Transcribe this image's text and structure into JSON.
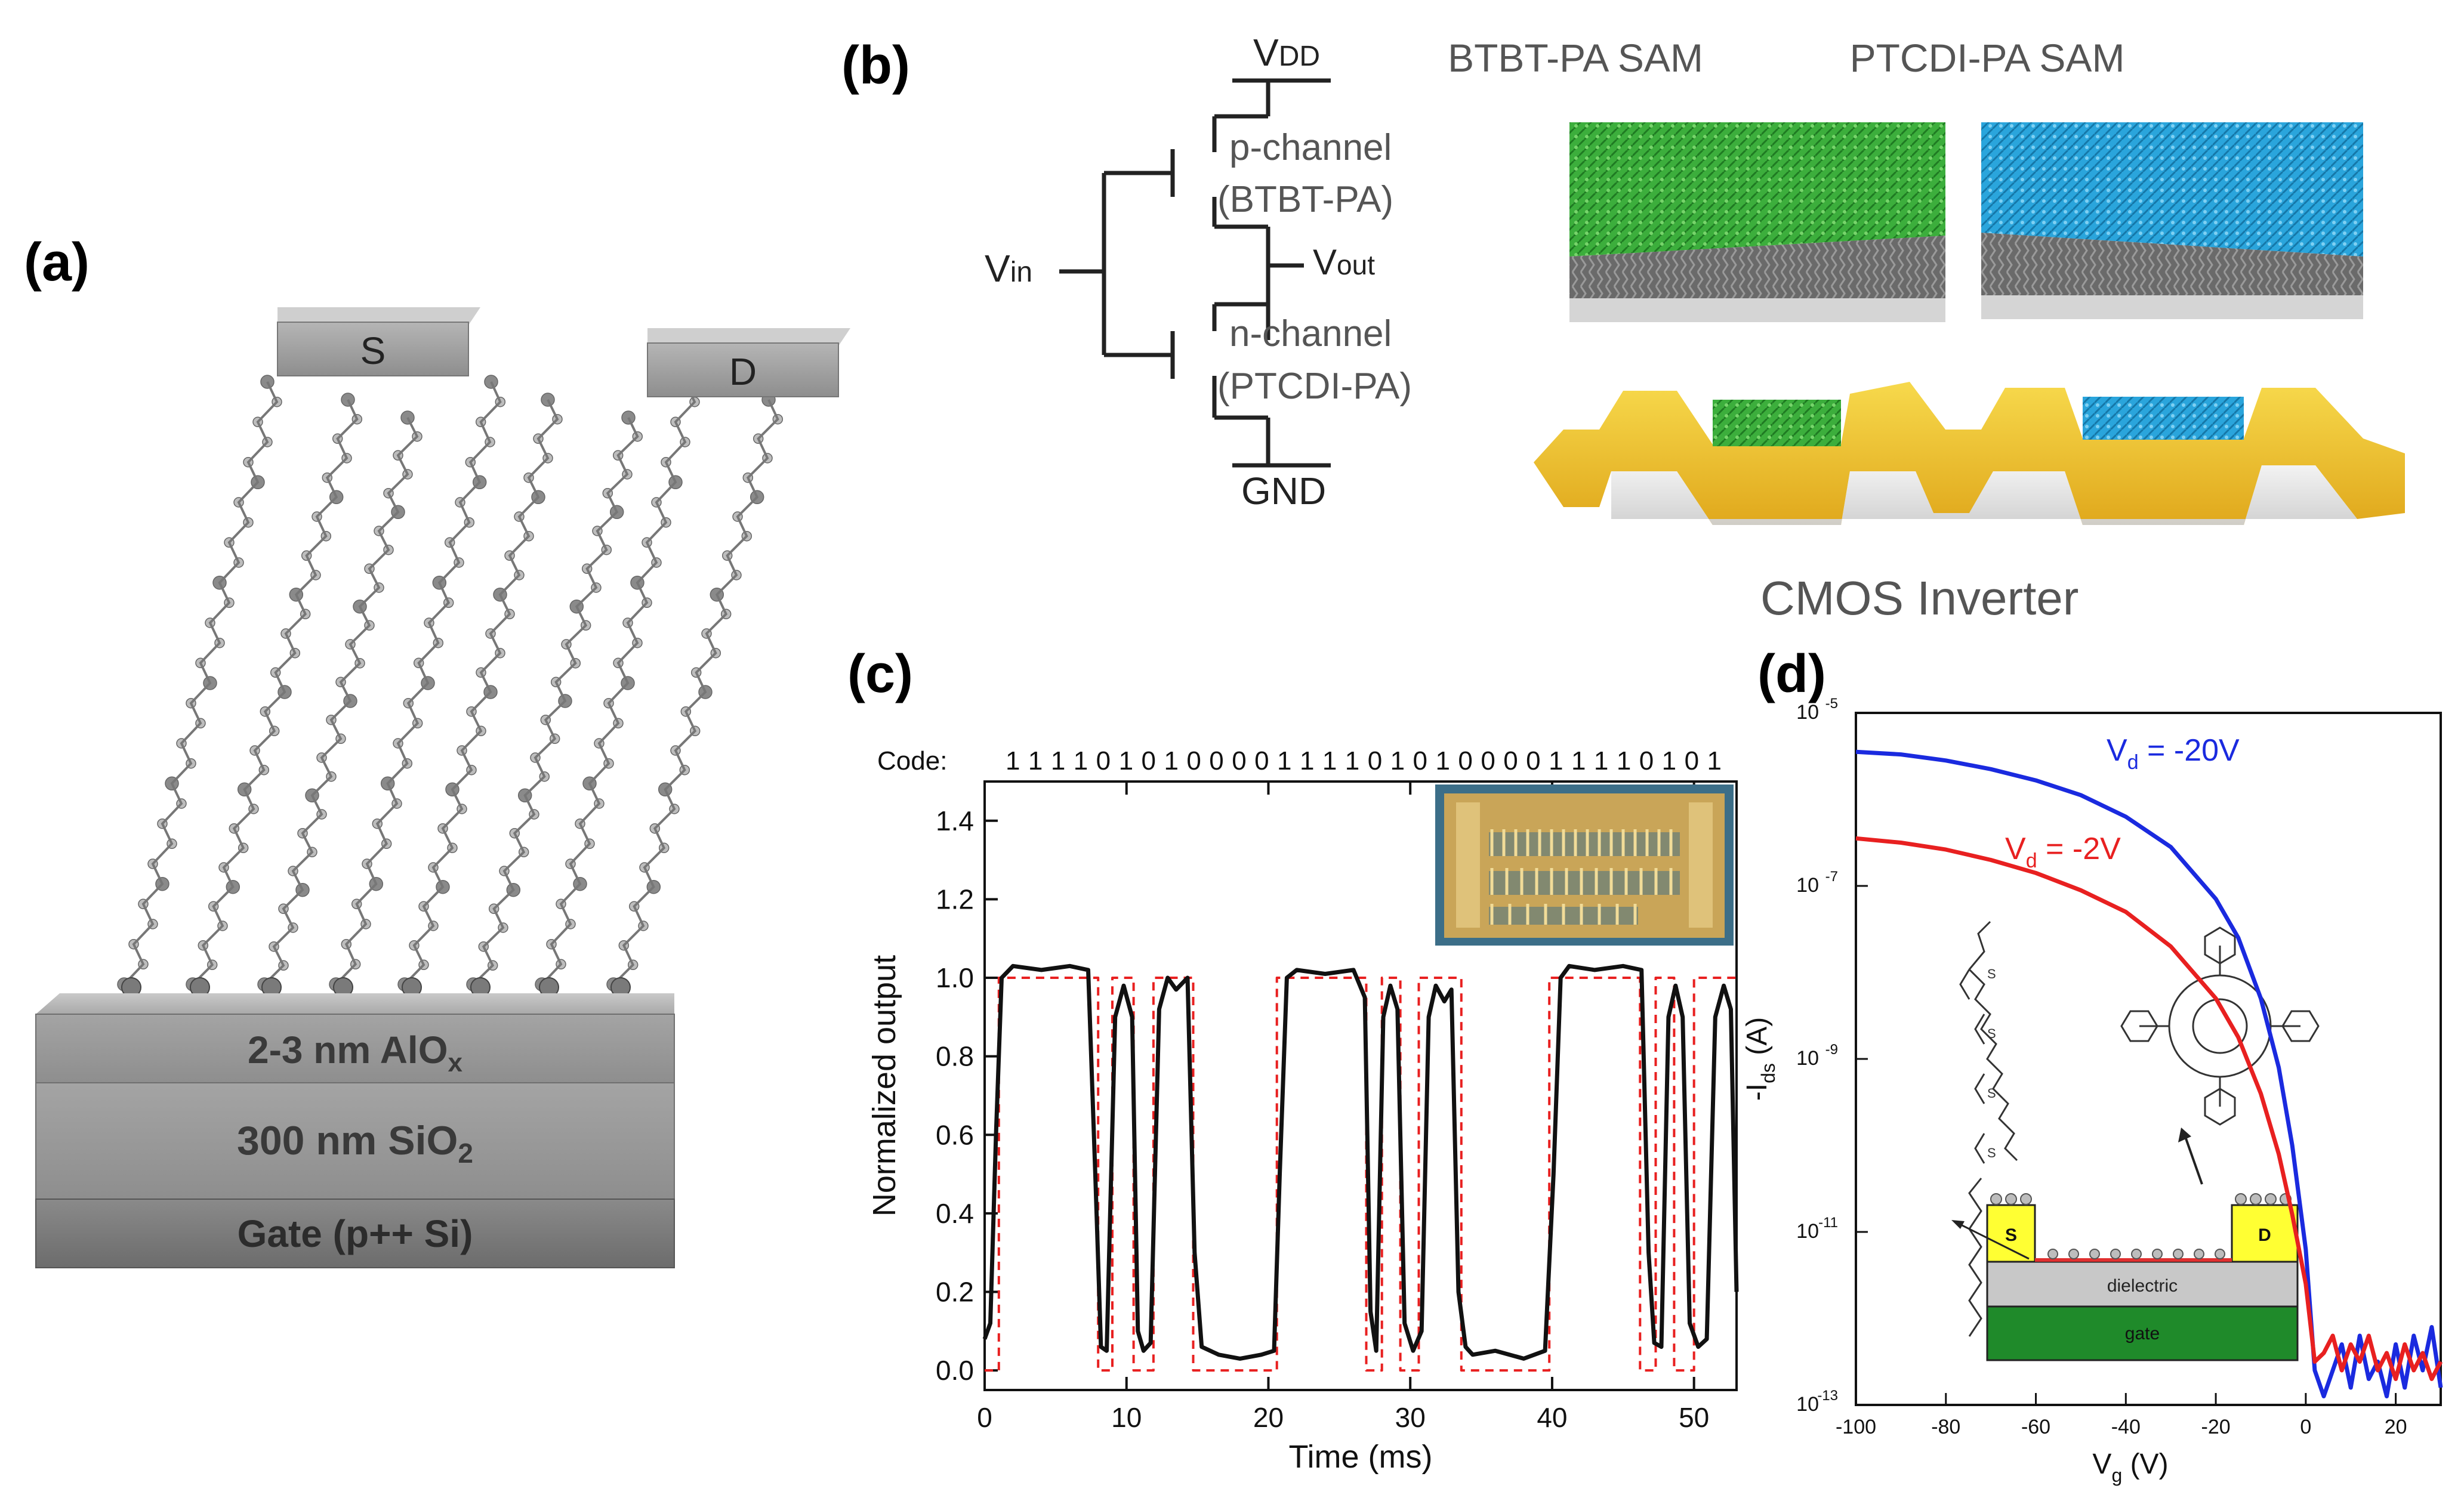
{
  "panels": {
    "a": {
      "label": "(a)",
      "electrode_source": "S",
      "electrode_drain": "D",
      "layer_top_prefix": "2-3 nm AlO",
      "layer_top_sub": "x",
      "layer_mid_prefix": "300 nm SiO",
      "layer_mid_sub": "2",
      "layer_bottom": "Gate (p++ Si)"
    },
    "b": {
      "label": "(b)",
      "vdd_prefix": "V",
      "vdd_sub": "DD",
      "vin_prefix": "V",
      "vin_sub": "in",
      "vout_prefix": "V",
      "vout_sub": "out",
      "gnd": "GND",
      "p_channel": "p-channel",
      "p_material": "(BTBT-PA)",
      "n_channel": "n-channel",
      "n_material": "(PTCDI-PA)",
      "sam_left": "BTBT-PA SAM",
      "sam_right": "PTCDI-PA SAM",
      "inverter_caption": "CMOS Inverter",
      "colors": {
        "btbt": "#3cae3c",
        "ptcdi": "#2aa5dc",
        "contact": "#f2c42c"
      }
    }
  },
  "chart_data": [
    {
      "type": "line",
      "panel_label": "(c)",
      "code_label": "Code:",
      "code_sequence": "1 1 1 1 0 1 0 1 0 0 0 0 1 1 1 1 0 1 0 1 0 0 0 0 1 1 1 1 0 1 0 1",
      "xlabel": "Time (ms)",
      "ylabel": "Normalized output",
      "xlim": [
        0,
        53
      ],
      "ylim": [
        -0.05,
        1.5
      ],
      "xticks": [
        "0",
        "10",
        "20",
        "30",
        "40",
        "50"
      ],
      "yticks": [
        "0.0",
        "0.2",
        "0.4",
        "0.6",
        "0.8",
        "1.0",
        "1.2",
        "1.4"
      ],
      "series": [
        {
          "style": "solid-black",
          "x": [
            0,
            0.4,
            0.8,
            1.2,
            2,
            4,
            6,
            7.3,
            7.8,
            8.2,
            8.6,
            9.2,
            9.8,
            10.4,
            10.8,
            11.2,
            11.7,
            12.3,
            12.9,
            13.5,
            14.3,
            14.8,
            15.3,
            16.5,
            18,
            19.5,
            20.4,
            20.8,
            21.3,
            22,
            24,
            26,
            26.8,
            27.2,
            27.6,
            28.1,
            28.6,
            29.1,
            29.6,
            30.2,
            30.8,
            31.3,
            31.8,
            32.4,
            32.9,
            33.4,
            33.9,
            34.4,
            36,
            38,
            39.5,
            40.1,
            40.6,
            41.2,
            43,
            45,
            46.3,
            46.8,
            47.2,
            47.7,
            48.2,
            48.7,
            49.2,
            49.7,
            50.3,
            50.9,
            51.5,
            52.1,
            52.6,
            53
          ],
          "y": [
            0.08,
            0.12,
            0.6,
            1.0,
            1.03,
            1.02,
            1.03,
            1.02,
            0.5,
            0.06,
            0.05,
            0.9,
            0.98,
            0.9,
            0.1,
            0.05,
            0.07,
            0.92,
            1.0,
            0.97,
            1.0,
            0.3,
            0.06,
            0.04,
            0.03,
            0.04,
            0.05,
            0.5,
            1.0,
            1.02,
            1.01,
            1.02,
            0.95,
            0.15,
            0.05,
            0.9,
            0.98,
            0.92,
            0.12,
            0.05,
            0.1,
            0.9,
            0.98,
            0.94,
            0.97,
            0.2,
            0.06,
            0.04,
            0.05,
            0.03,
            0.05,
            0.5,
            1.0,
            1.03,
            1.02,
            1.03,
            1.02,
            0.3,
            0.07,
            0.06,
            0.9,
            0.98,
            0.9,
            0.12,
            0.06,
            0.08,
            0.9,
            0.98,
            0.92,
            0.2
          ]
        },
        {
          "style": "dashed-red",
          "x": [
            0,
            1,
            1,
            8,
            8,
            9,
            9,
            10.5,
            10.5,
            11.9,
            11.9,
            13.3,
            13.3,
            14.7,
            14.7,
            20.6,
            20.6,
            26.9,
            26.9,
            28,
            28,
            29.3,
            29.3,
            30.6,
            30.6,
            32,
            32,
            33.6,
            33.6,
            39.8,
            39.8,
            46.2,
            46.2,
            47.3,
            47.3,
            48.6,
            48.6,
            50,
            50,
            51.3,
            51.3,
            53
          ],
          "y": [
            0,
            0,
            1,
            1,
            0,
            0,
            1,
            1,
            0,
            0,
            1,
            1,
            1,
            1,
            0,
            0,
            1,
            1,
            0,
            0,
            1,
            1,
            0,
            0,
            1,
            1,
            1,
            1,
            0,
            0,
            1,
            1,
            0,
            0,
            1,
            1,
            0,
            0,
            1,
            1,
            1,
            1
          ]
        }
      ]
    },
    {
      "type": "line",
      "panel_label": "(d)",
      "xlabel_main": "V",
      "xlabel_sub": "g",
      "xlabel_unit": "(V)",
      "ylabel_main": "-I",
      "ylabel_sub": "ds",
      "ylabel_unit": "(A)",
      "xlim": [
        -100,
        30
      ],
      "ylim_log10": [
        -13,
        -5
      ],
      "y_scale": "log",
      "xticks": [
        "-100",
        "-80",
        "-60",
        "-40",
        "-20",
        "0",
        "20"
      ],
      "ytick_base": "10",
      "ytick_exponents": [
        "-5",
        "-7",
        "-9",
        "-11",
        "-13"
      ],
      "series": [
        {
          "name_main": "V",
          "name_sub": "d",
          "name_value": " = -20V",
          "color": "#1a2adf",
          "x": [
            -100,
            -90,
            -80,
            -70,
            -60,
            -50,
            -40,
            -30,
            -20,
            -15,
            -10,
            -6,
            -3,
            0,
            2,
            4,
            6,
            8,
            10,
            12,
            14,
            16,
            18,
            20,
            22,
            24,
            26,
            28,
            30
          ],
          "y_log10": [
            -5.45,
            -5.48,
            -5.55,
            -5.65,
            -5.78,
            -5.95,
            -6.2,
            -6.55,
            -7.15,
            -7.6,
            -8.3,
            -9.1,
            -10.0,
            -11.2,
            -12.6,
            -12.9,
            -12.6,
            -12.3,
            -12.8,
            -12.2,
            -12.7,
            -12.5,
            -12.9,
            -12.3,
            -12.8,
            -12.2,
            -12.6,
            -12.1,
            -12.8
          ]
        },
        {
          "name_main": "V",
          "name_sub": "d",
          "name_value": " = -2V",
          "color": "#e82020",
          "x": [
            -100,
            -90,
            -80,
            -70,
            -60,
            -50,
            -40,
            -30,
            -20,
            -15,
            -10,
            -6,
            -3,
            0,
            2,
            4,
            6,
            8,
            10,
            12,
            14,
            16,
            18,
            20,
            22,
            24,
            26,
            28,
            30
          ],
          "y_log10": [
            -6.45,
            -6.5,
            -6.58,
            -6.7,
            -6.85,
            -7.05,
            -7.3,
            -7.7,
            -8.3,
            -8.75,
            -9.4,
            -10.1,
            -10.8,
            -11.6,
            -12.5,
            -12.4,
            -12.2,
            -12.6,
            -12.3,
            -12.5,
            -12.2,
            -12.6,
            -12.4,
            -12.7,
            -12.3,
            -12.6,
            -12.4,
            -12.7,
            -12.5
          ]
        }
      ],
      "inset": {
        "source": "S",
        "drain": "D",
        "dielectric": "dielectric",
        "gate": "gate",
        "colors": {
          "electrode": "#ffff33",
          "dielectric": "#c8c8c8",
          "gate": "#1f8a2a",
          "channel": "#e03030"
        }
      }
    }
  ]
}
